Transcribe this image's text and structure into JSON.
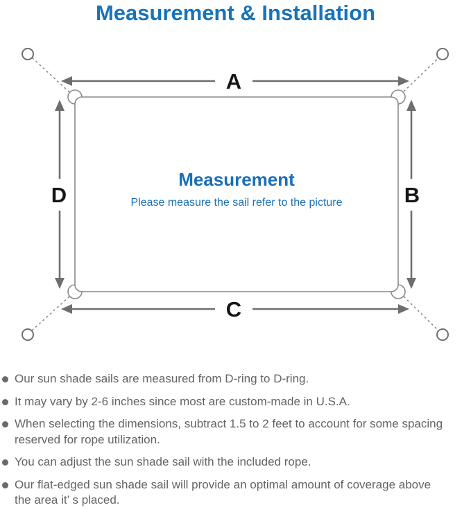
{
  "page_title": "Measurement & Installation",
  "diagram": {
    "center_title": "Measurement",
    "center_subtitle": "Please measure the sail refer to the picture",
    "dimension_labels": {
      "top": "A",
      "right": "B",
      "bottom": "C",
      "left": "D"
    }
  },
  "notes": [
    {
      "lines": [
        "Our sun shade sails are measured from D-ring to D-ring."
      ]
    },
    {
      "lines": [
        "It may vary by 2-6 inches since most are custom-made in U.S.A."
      ]
    },
    {
      "lines": [
        "When selecting the dimensions, subtract 1.5 to 2 feet to account for some spacing",
        "reserved for rope utilization."
      ]
    },
    {
      "lines": [
        "You can adjust the sun shade sail with the included rope."
      ]
    },
    {
      "lines": [
        "Our flat-edged sun shade sail will provide an optimal amount of coverage above",
        "the area it’ s placed."
      ]
    }
  ],
  "colors": {
    "accent_blue": "#1873b9",
    "center_text_blue": "#1a6fb5",
    "diagram_line_gray": "#8a8a8a",
    "arrow_gray": "#6e6e6e",
    "note_text_gray": "#636363",
    "dimension_label_black": "#161616"
  }
}
